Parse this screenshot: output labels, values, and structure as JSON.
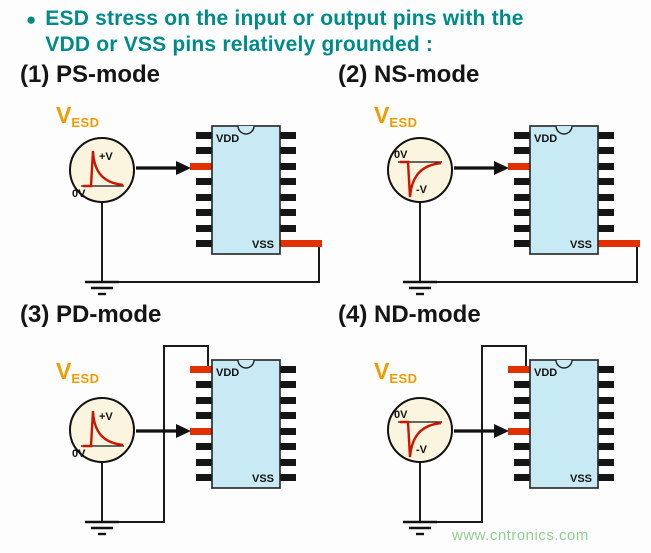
{
  "title": {
    "bullet": "●",
    "line1": "ESD stress on the input or output pins with the",
    "line2": "VDD or VSS pins relatively grounded :"
  },
  "watermark": "www.cntronics.com",
  "colors": {
    "title_teal": "#008b8b",
    "chip_fill": "#c8eaf4",
    "stress_red": "#e23000",
    "wave_red": "#cc1500",
    "vesd_orange": "#ef9c00",
    "watermark_green": "#92d092"
  },
  "diagrams": [
    {
      "label": "(1) PS-mode",
      "source": {
        "v": "V",
        "sub": "ESD"
      },
      "wave": {
        "top": "+V",
        "bottom": "0V"
      },
      "chip": {
        "top": "VDD",
        "bottom": "VSS"
      }
    },
    {
      "label": "(2) NS-mode",
      "source": {
        "v": "V",
        "sub": "ESD"
      },
      "wave": {
        "top": "0V",
        "bottom": "-V"
      },
      "chip": {
        "top": "VDD",
        "bottom": "VSS"
      }
    },
    {
      "label": "(3) PD-mode",
      "source": {
        "v": "V",
        "sub": "ESD"
      },
      "wave": {
        "top": "+V",
        "bottom": "0V"
      },
      "chip": {
        "top": "VDD",
        "bottom": "VSS"
      }
    },
    {
      "label": "(4) ND-mode",
      "source": {
        "v": "V",
        "sub": "ESD"
      },
      "wave": {
        "top": "0V",
        "bottom": "-V"
      },
      "chip": {
        "top": "VDD",
        "bottom": "VSS"
      }
    }
  ]
}
